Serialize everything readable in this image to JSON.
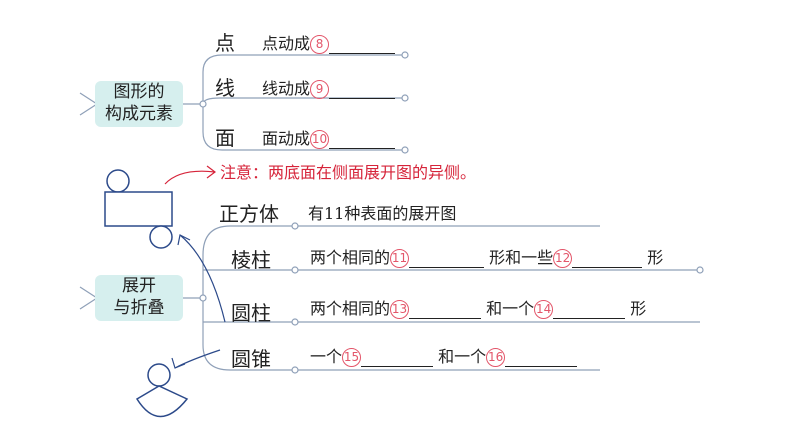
{
  "top_group": {
    "box_line1": "图形的",
    "box_line2": "构成元素",
    "items": [
      {
        "head": "点",
        "text": "点动成",
        "num": "8"
      },
      {
        "head": "线",
        "text": "线动成",
        "num": "9"
      },
      {
        "head": "面",
        "text": "面动成",
        "num": "10"
      }
    ]
  },
  "note": "注意：两底面在侧面展开图的异侧。",
  "bottom_group": {
    "box_line1": "展开",
    "box_line2": "与折叠",
    "cube": {
      "head": "正方体",
      "text": "有11种表面的展开图"
    },
    "prism": {
      "head": "棱柱",
      "t1": "两个相同的",
      "n1": "11",
      "t2": "形和一些",
      "n2": "12",
      "t3": "形"
    },
    "cylinder": {
      "head": "圆柱",
      "t1": "两个相同的",
      "n1": "13",
      "t2": "和一个",
      "n2": "14",
      "t3": "形"
    },
    "cone": {
      "head": "圆锥",
      "t1": "一个",
      "n1": "15",
      "t2": "和一个",
      "n2": "16"
    }
  },
  "colors": {
    "box": "#d6efee",
    "line": "#8fa0b8",
    "note": "#d6243a",
    "circle_num": "#e3566a"
  }
}
